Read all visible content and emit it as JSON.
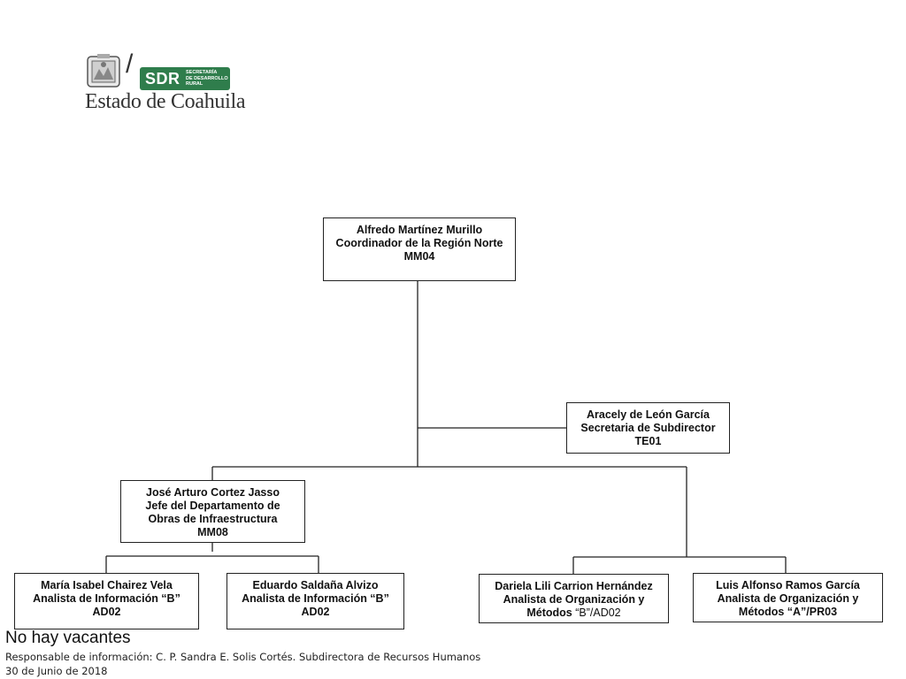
{
  "logo": {
    "sdr_mark": "SDR",
    "sdr_small_1": "SECRETARÍA",
    "sdr_small_2": "DE DESARROLLO",
    "sdr_small_3": "RURAL",
    "state_name": "Estado de Coahuila",
    "seal_icon": "state-seal-icon"
  },
  "org": {
    "coordinator": {
      "name": "Alfredo Martínez Murillo",
      "role": "Coordinador de la Región Norte",
      "code": "MM04"
    },
    "secretary": {
      "name": "Aracely de León García",
      "role": "Secretaria de Subdirector",
      "code": "TE01"
    },
    "dept_head": {
      "name": "José Arturo Cortez Jasso",
      "role_1": "Jefe del  Departamento de",
      "role_2": "Obras de Infraestructura",
      "code": "MM08"
    },
    "analyst_1": {
      "name": "María Isabel Chairez Vela",
      "role": "Analista de Información “B”",
      "code": "AD02"
    },
    "analyst_2": {
      "name": "Eduardo Saldaña Alvizo",
      "role": "Analista de Información “B”",
      "code": "AD02"
    },
    "analyst_3": {
      "name": "Dariela Lili Carrion Hernández",
      "role": "Analista de Organización y",
      "role_2": "Métodos",
      "code": "“B”/AD02"
    },
    "analyst_4": {
      "name": "Luis Alfonso Ramos García",
      "role": "Analista de Organización y",
      "role_2": "Métodos  “A”/PR03"
    }
  },
  "footer": {
    "vacancies": "No  hay vacantes",
    "responsible": "Responsable de información: C. P. Sandra E. Solis Cortés. Subdirectora de Recursos Humanos",
    "date": "30 de Junio de 2018"
  },
  "colors": {
    "sdr_green": "#2f7d4c",
    "line": "#222222"
  }
}
